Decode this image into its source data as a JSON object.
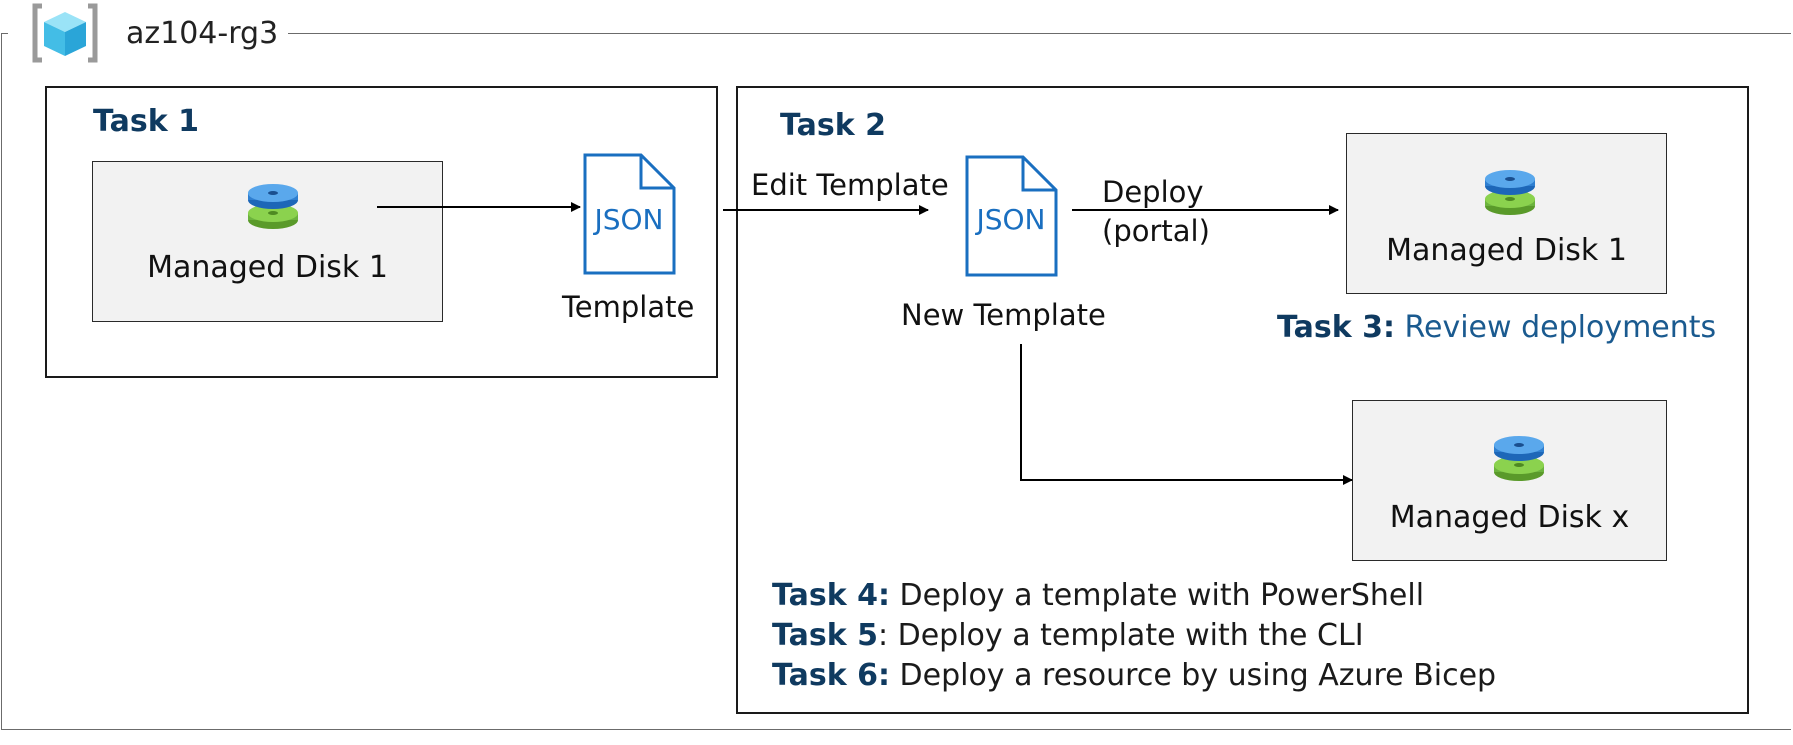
{
  "resource_group": {
    "name": "az104-rg3",
    "icon": "resource-group-icon"
  },
  "task1": {
    "heading": "Task 1",
    "disk_label": "Managed Disk 1",
    "template_label": "Template",
    "json_text": "JSON"
  },
  "task2": {
    "heading": "Task 2",
    "edit_label": "Edit Template",
    "json_text": "JSON",
    "new_template_label": "New Template",
    "deploy_label": "Deploy",
    "deploy_sub": "(portal)",
    "disk1_label": "Managed Disk 1",
    "diskx_label": "Managed Disk x"
  },
  "task3": {
    "prefix": "Task 3:",
    "text": "Review deployments"
  },
  "tasks": [
    {
      "prefix": "Task 4:",
      "text": "Deploy a template with PowerShell"
    },
    {
      "prefix": "Task 5",
      "text": ": Deploy a template with the CLI"
    },
    {
      "prefix": "Task 6:",
      "text": "Deploy a resource by using Azure Bicep"
    }
  ],
  "colors": {
    "task_heading": "#0f3a60",
    "json_blue": "#1a6fc0",
    "disk_top": "#3d8ddb",
    "disk_bottom": "#6cb33e",
    "rg_icon": "#59c9ee"
  },
  "icons": [
    "resource-group-icon",
    "managed-disk-icon",
    "json-file-icon",
    "arrow-right-icon"
  ]
}
